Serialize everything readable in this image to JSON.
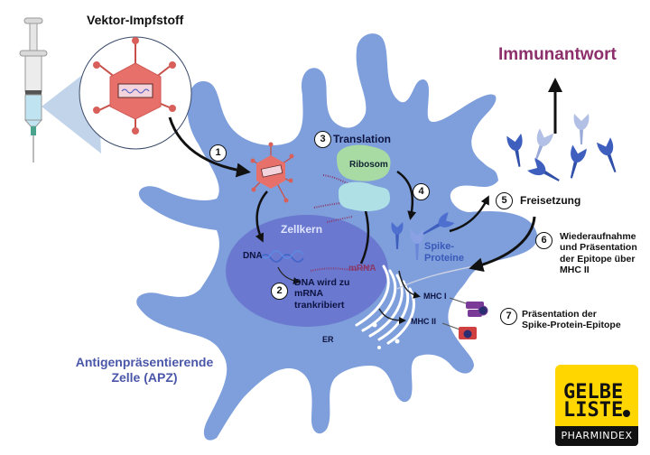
{
  "title": "Vektor-Impfstoff",
  "cell_label": [
    "Antigenpräsentierende",
    "Zelle (APZ)"
  ],
  "immune_response": "Immunantwort",
  "nucleus_label": "Zellkern",
  "organelles": {
    "ribosome": "Ribosom",
    "er": "ER",
    "dna": "DNA",
    "mrna": "mRNA",
    "spike_proteins": [
      "Spike-",
      "Proteine"
    ],
    "mhc1": "MHC I",
    "mhc2": "MHC II"
  },
  "steps": [
    {
      "number": "1",
      "text": []
    },
    {
      "number": "2",
      "text": [
        "DNA wird zu",
        "mRNA",
        "trankribiert"
      ]
    },
    {
      "number": "3",
      "text": [
        "Translation"
      ]
    },
    {
      "number": "4",
      "text": []
    },
    {
      "number": "5",
      "text": [
        "Freisetzung"
      ]
    },
    {
      "number": "6",
      "text": [
        "Wiederaufnahme",
        "und Präsentation",
        "der Epitope über",
        "MHC II"
      ]
    },
    {
      "number": "7",
      "text": [
        "Präsentation der",
        "Spike-Protein-Epitope"
      ]
    }
  ],
  "logo": {
    "line1": "GELBE",
    "line2": "LISTE",
    "subtitle": "PHARMINDEX"
  },
  "colors": {
    "cell": "#7e9fdc",
    "nucleus": "#6a78cf",
    "virus": "#e8706a",
    "ribosome_large": "#a8dba3",
    "ribosome_small": "#aee0e6",
    "spike": "#3f5fbf",
    "immune_text": "#8c2f6a",
    "apz_text": "#4a56a8",
    "logo_yellow": "#ffd600"
  }
}
